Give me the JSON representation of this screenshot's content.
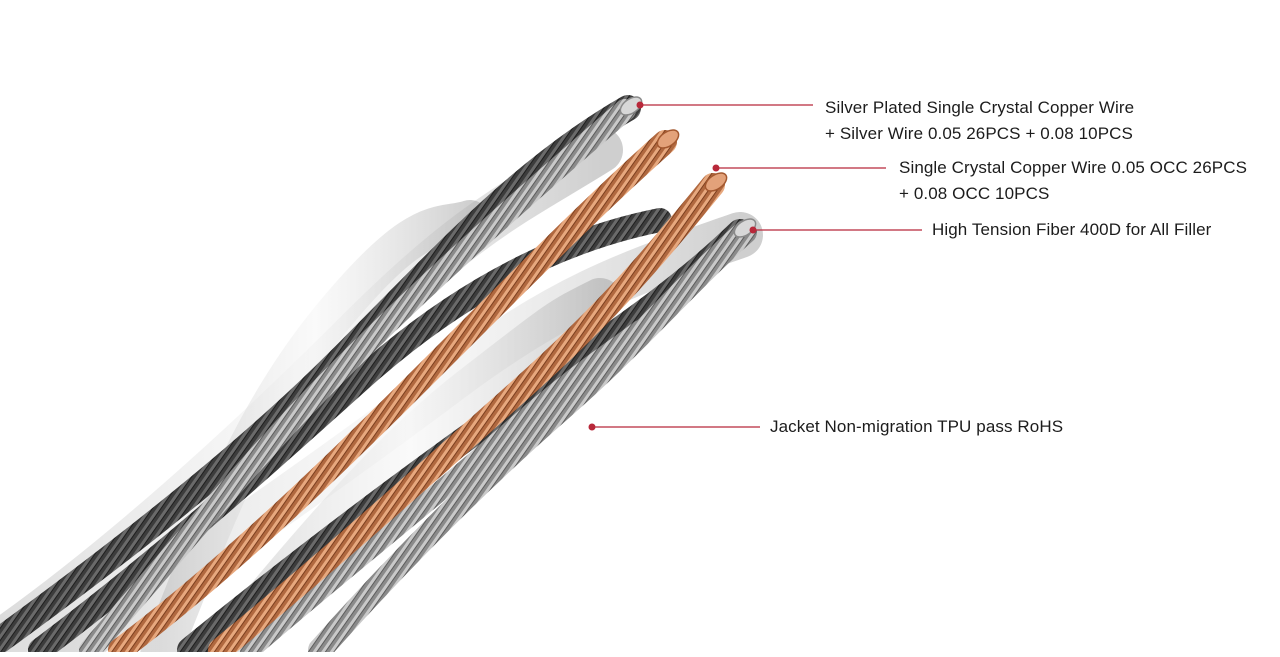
{
  "callouts": [
    {
      "line1": "Silver Plated Single Crystal Copper Wire",
      "line2": "+ Silver Wire 0.05 26PCS + 0.08 10PCS"
    },
    {
      "line1": "Single Crystal Copper Wire 0.05 OCC 26PCS",
      "line2": "+ 0.08 OCC 10PCS"
    },
    {
      "line1": "High Tension Fiber 400D for All Filler"
    },
    {
      "line1": "Jacket Non-migration TPU pass RoHS"
    }
  ],
  "colors": {
    "background": "#ffffff",
    "leader_line": "#b8283a",
    "text": "#1c1c1c",
    "copper": "#c98257",
    "silver": "#9d9d9d",
    "dark_silver": "#3f3f3f",
    "jacket": "#d4d4d4"
  }
}
